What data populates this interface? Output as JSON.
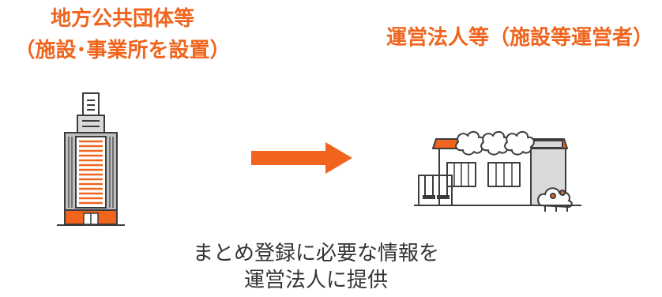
{
  "left_entity": {
    "line1": "地方公共団体等",
    "line2": "（施設･事業所を設置）"
  },
  "right_entity": {
    "title": "運営法人等（施設等運営者）"
  },
  "caption": {
    "line1": "まとめ登録に必要な情報を",
    "line2": "運営法人に提供"
  },
  "colors": {
    "accent": "#f0641e",
    "text": "#333333",
    "outline": "#3c3c3c",
    "building_gray": "#bfbfbf"
  },
  "icons": {
    "left": "office-building-icon",
    "arrow": "right-arrow-icon",
    "right": "storefront-icon"
  }
}
